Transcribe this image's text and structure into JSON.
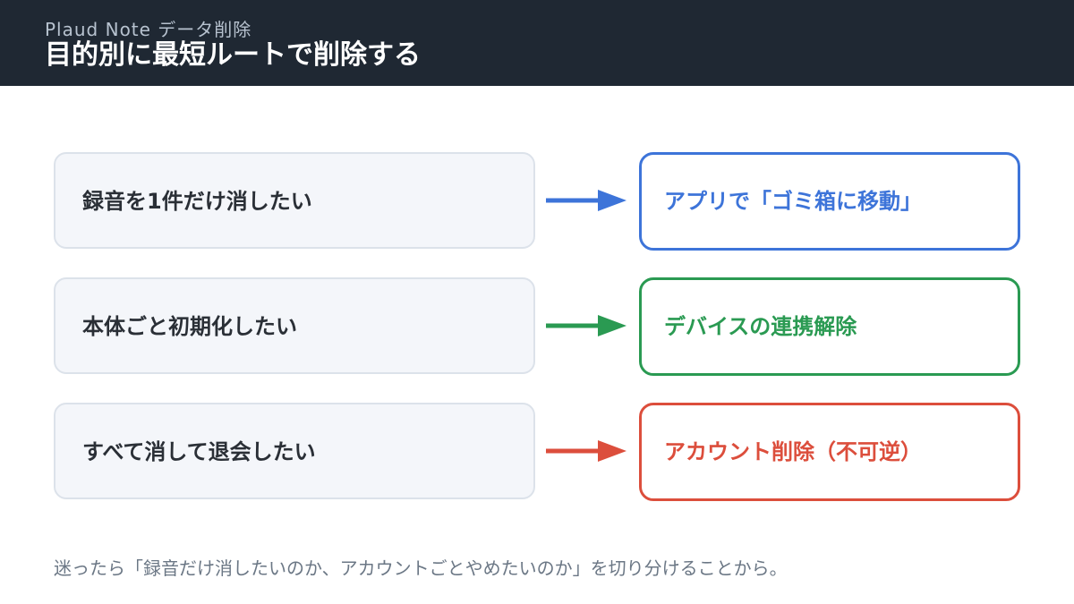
{
  "header": {
    "subtitle": "Plaud Note データ削除",
    "title": "目的別に最短ルートで削除する"
  },
  "rows": [
    {
      "need": "録音を1件だけ消したい",
      "route": "アプリで「ゴミ箱に移動」",
      "color": "#3d74d9"
    },
    {
      "need": "本体ごと初期化したい",
      "route": "デバイスの連携解除",
      "color": "#2a9a52"
    },
    {
      "need": "すべて消して退会したい",
      "route": "アカウント削除（不可逆）",
      "color": "#dc4e3c"
    }
  ],
  "footnote": "迷ったら「録音だけ消したいのか、アカウントごとやめたいのか」を切り分けることから。",
  "colors": {
    "header_bg": "#1f2833",
    "need_bg": "#f4f6fa",
    "need_border": "#dce2ea"
  }
}
